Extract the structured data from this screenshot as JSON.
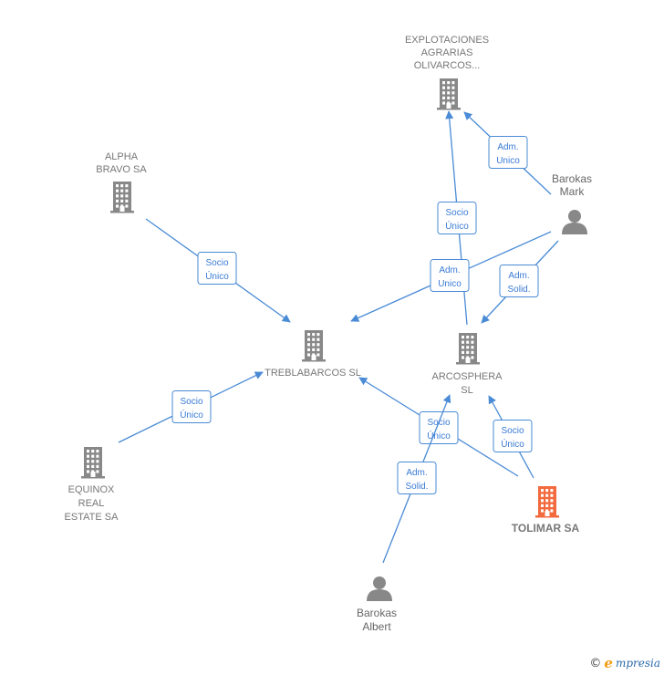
{
  "nodes": [
    {
      "id": "explotaciones",
      "type": "company",
      "label_lines": [
        "EXPLOTACIONES",
        "AGRARIAS",
        "OLIVARCOS..."
      ],
      "highlight": false
    },
    {
      "id": "alpha",
      "type": "company",
      "label_lines": [
        "ALPHA",
        "BRAVO SA"
      ],
      "highlight": false
    },
    {
      "id": "barokas_mark",
      "type": "person",
      "label_lines": [
        "Barokas",
        "Mark"
      ],
      "highlight": false
    },
    {
      "id": "treblabarcos",
      "type": "company",
      "label_lines": [
        "TREBLABARCOS SL"
      ],
      "highlight": false
    },
    {
      "id": "arcosphera",
      "type": "company",
      "label_lines": [
        "ARCOSPHERA",
        "SL"
      ],
      "highlight": false
    },
    {
      "id": "equinox",
      "type": "company",
      "label_lines": [
        "EQUINOX",
        "REAL",
        "ESTATE SA"
      ],
      "highlight": false
    },
    {
      "id": "tolimar",
      "type": "company",
      "label_lines": [
        "TOLIMAR SA"
      ],
      "highlight": true
    },
    {
      "id": "barokas_albert",
      "type": "person",
      "label_lines": [
        "Barokas",
        "Albert"
      ],
      "highlight": false
    }
  ],
  "edges": [
    {
      "from": "alpha",
      "to": "treblabarcos",
      "label_lines": [
        "Socio",
        "Único"
      ]
    },
    {
      "from": "barokas_mark",
      "to": "explotaciones",
      "label_lines": [
        "Adm.",
        "Unico"
      ]
    },
    {
      "from": "arcosphera",
      "to": "explotaciones",
      "label_lines": [
        "Socio",
        "Único"
      ]
    },
    {
      "from": "barokas_mark",
      "to": "treblabarcos",
      "label_lines": [
        "Adm.",
        "Unico"
      ]
    },
    {
      "from": "barokas_mark",
      "to": "arcosphera",
      "label_lines": [
        "Adm.",
        "Solid."
      ]
    },
    {
      "from": "equinox",
      "to": "treblabarcos",
      "label_lines": [
        "Socio",
        "Único"
      ]
    },
    {
      "from": "tolimar",
      "to": "treblabarcos",
      "label_lines": [
        "Socio",
        "Único"
      ]
    },
    {
      "from": "tolimar",
      "to": "arcosphera",
      "label_lines": [
        "Socio",
        "Único"
      ]
    },
    {
      "from": "barokas_albert",
      "to": "arcosphera",
      "label_lines": [
        "Adm.",
        "Solid."
      ]
    }
  ],
  "colors": {
    "edge": "#4a8bd6",
    "company_icon": "#888888",
    "highlight_icon": "#f26a3d",
    "person_icon": "#888888"
  },
  "icons": {
    "company": "building-icon",
    "person": "person-icon"
  },
  "footer": {
    "copyright": "©",
    "brand_initial": "e",
    "brand_rest": "mpresia"
  }
}
